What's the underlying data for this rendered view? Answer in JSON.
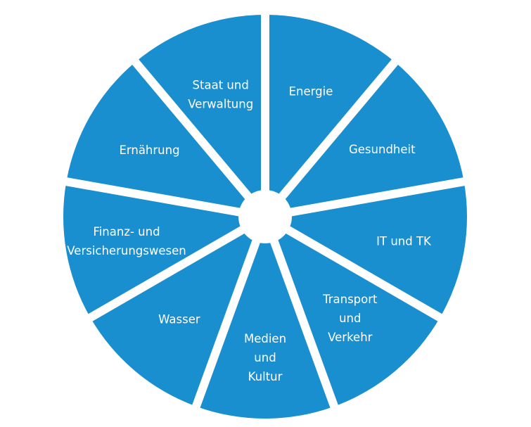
{
  "diagram": {
    "segment_color": "#1a8fd0",
    "gap_color": "#ffffff",
    "segments": [
      {
        "id": "energie",
        "lines": [
          "Energie"
        ]
      },
      {
        "id": "gesundheit",
        "lines": [
          "Gesundheit"
        ]
      },
      {
        "id": "it-und-tk",
        "lines": [
          "IT und TK"
        ]
      },
      {
        "id": "transport-und-verkehr",
        "lines": [
          "Transport",
          "und",
          "Verkehr"
        ]
      },
      {
        "id": "medien-und-kultur",
        "lines": [
          "Medien",
          "und",
          "Kultur"
        ]
      },
      {
        "id": "wasser",
        "lines": [
          "Wasser"
        ]
      },
      {
        "id": "finanz-und-versicherungswesen",
        "lines": [
          "Finanz- und",
          "Versicherungswesen"
        ]
      },
      {
        "id": "ernaehrung",
        "lines": [
          "Ernährung"
        ]
      },
      {
        "id": "staat-und-verwaltung",
        "lines": [
          "Staat und",
          "Verwaltung"
        ]
      }
    ]
  }
}
